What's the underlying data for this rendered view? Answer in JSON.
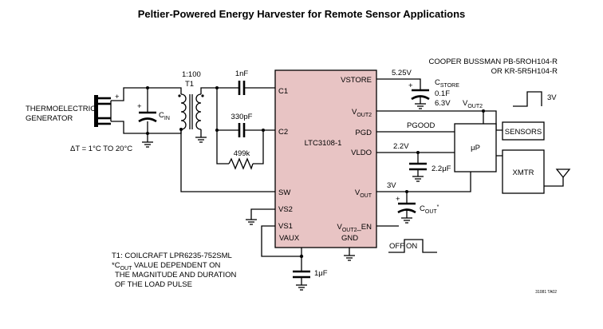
{
  "title": "Peltier-Powered Energy Harvester for Remote Sensor Applications",
  "chip": {
    "name": "LTC3108-1",
    "color": "#e8c4c4",
    "pins_left": [
      "C1",
      "C2",
      "SW",
      "VS2",
      "VS1"
    ],
    "pin_vstore": "VSTORE",
    "pin_vout2": {
      "main": "V",
      "sub": "OUT2"
    },
    "pin_pgd": "PGD",
    "pin_vldo": "VLDO",
    "pin_vout": {
      "main": "V",
      "sub": "OUT"
    },
    "pin_vout2_en": {
      "main": "V",
      "sub": "OUT2",
      "tail": "_EN"
    },
    "pin_vaux": "VAUX",
    "pin_gnd": "GND"
  },
  "source": {
    "name_line1": "THERMOELECTRIC",
    "name_line2": "GENERATOR",
    "plus": "+",
    "delta_t": "ΔT = 1°C TO 20°C"
  },
  "cin": {
    "main": "C",
    "sub": "IN",
    "plus": "+"
  },
  "transformer": {
    "ratio": "1:100",
    "ref": "T1"
  },
  "c1_cap": "1nF",
  "c2_cap": "330pF",
  "resistor": "499k",
  "vstore_net": "5.25V",
  "cstore": {
    "main": "C",
    "sub": "STORE",
    "value1": "0.1F",
    "value2": "6.3V",
    "plus": "+"
  },
  "supplier": {
    "line1": "COOPER BUSSMAN PB-5ROH104-R",
    "line2": "OR KR-5R5H104-R"
  },
  "vout2_net": {
    "main": "V",
    "sub": "OUT2"
  },
  "pulse_level": "3V",
  "pgood_net": "PGOOD",
  "vldo_net": "2.2V",
  "vldo_cap": "2.2μF",
  "vout_net": "3V",
  "cout": {
    "main": "C",
    "sub": "OUT",
    "mark": "*",
    "plus": "+"
  },
  "mcu": "μP",
  "sensors": "SENSORS",
  "xmtr": "XMTR",
  "enable_pulse": {
    "off": "OFF",
    "on": "ON"
  },
  "vaux_cap": "1μF",
  "notes": {
    "line1": "T1: COILCRAFT LPR6235-752SML",
    "line2_star": "*C",
    "line2_sub": "OUT",
    "line2_rest": " VALUE DEPENDENT ON",
    "line3": "THE MAGNITUDE AND DURATION",
    "line4": "OF THE LOAD PULSE"
  },
  "figure_id": "31081 TA02"
}
